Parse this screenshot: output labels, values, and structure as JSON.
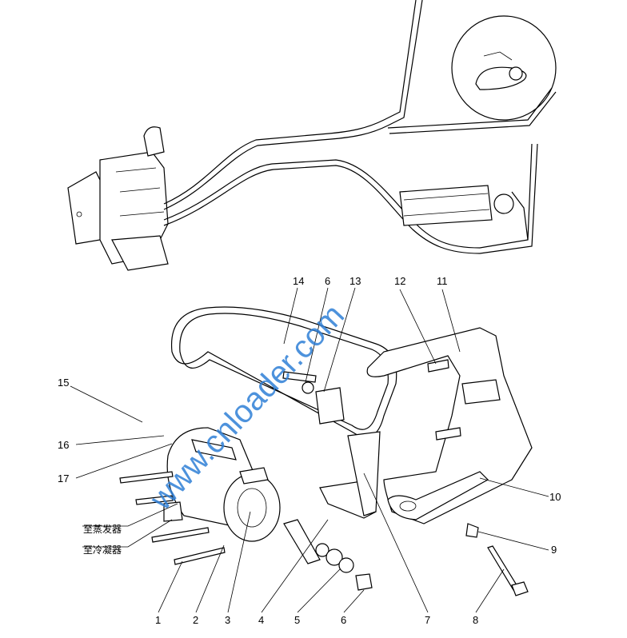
{
  "callouts": {
    "c14": "14",
    "c6top": "6",
    "c13": "13",
    "c12": "12",
    "c11": "11",
    "c15": "15",
    "c16": "16",
    "c17": "17",
    "c10": "10",
    "c9": "9",
    "c8": "8",
    "c7": "7",
    "c6": "6",
    "c5": "5",
    "c4": "4",
    "c3": "3",
    "c2": "2",
    "c1": "1"
  },
  "notes": {
    "to_evaporator": "至蒸发器",
    "to_condenser": "至冷凝器"
  },
  "watermark": "www.cnloader.com"
}
